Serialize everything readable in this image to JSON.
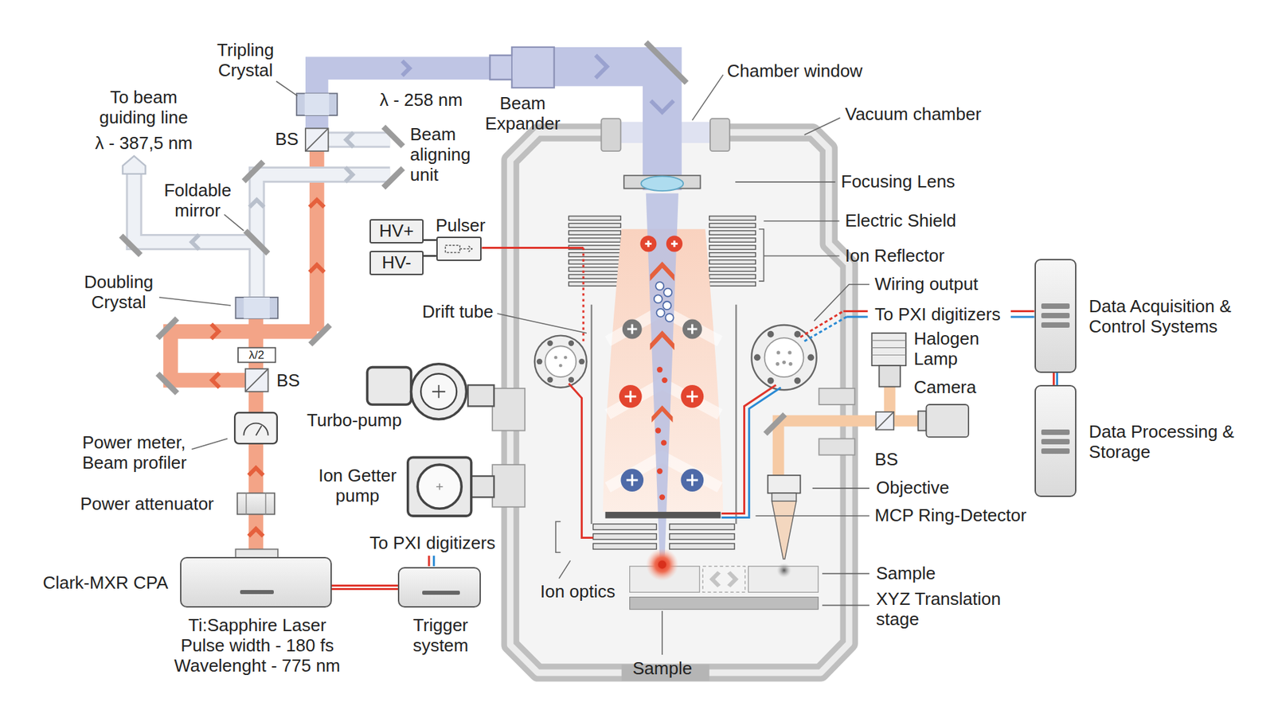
{
  "diagram": {
    "nodes": [
      {
        "text": [
          "HV+"
        ]
      },
      {
        "text": [
          "HV-"
        ]
      },
      {
        "text": [
          "Pulser"
        ]
      },
      {
        "text": [
          "Clark-MXR CPA",
          "Ti:Sapphire Laser Pulse width - 180 fs Wavelenght - 775 nm"
        ]
      },
      {
        "text": [
          "Trigger system"
        ]
      },
      {
        "text": [
          "Data Acquisition & Control Systems"
        ]
      },
      {
        "text": [
          "Data Processing & Storage"
        ]
      }
    ],
    "edges": [
      {
        "from": 0,
        "to": 2,
        "arrow": "none"
      },
      {
        "from": 1,
        "to": 2,
        "arrow": "none"
      },
      {
        "from": 3,
        "to": 4,
        "arrow": "none"
      },
      {
        "from": 5,
        "to": 6,
        "arrow": "none"
      }
    ],
    "labels": [
      "Tripling Crystal",
      "To beam guiding line",
      "λ - 258 nm",
      "Beam Expander",
      "Chamber window",
      "λ - 387,5 nm",
      "BS",
      "Beam aligning unit",
      "Vacuum chamber",
      "Foldable mirror",
      "Focusing Lens",
      "Electric Shield",
      "Ion Reflector",
      "Doubling Crystal",
      "Wiring output",
      "Drift tube",
      "To PXI digitizers",
      "λ/2",
      "BS",
      "Halogen Lamp",
      "Camera",
      "Turbo-pump",
      "BS",
      "Power meter, Beam profiler",
      "Ion Getter pump",
      "Objective",
      "Power attenuator",
      "MCP Ring-Detector",
      "To PXI digitizers",
      "Ion optics",
      "Sample",
      "XYZ Translation stage",
      "Sample"
    ]
  }
}
